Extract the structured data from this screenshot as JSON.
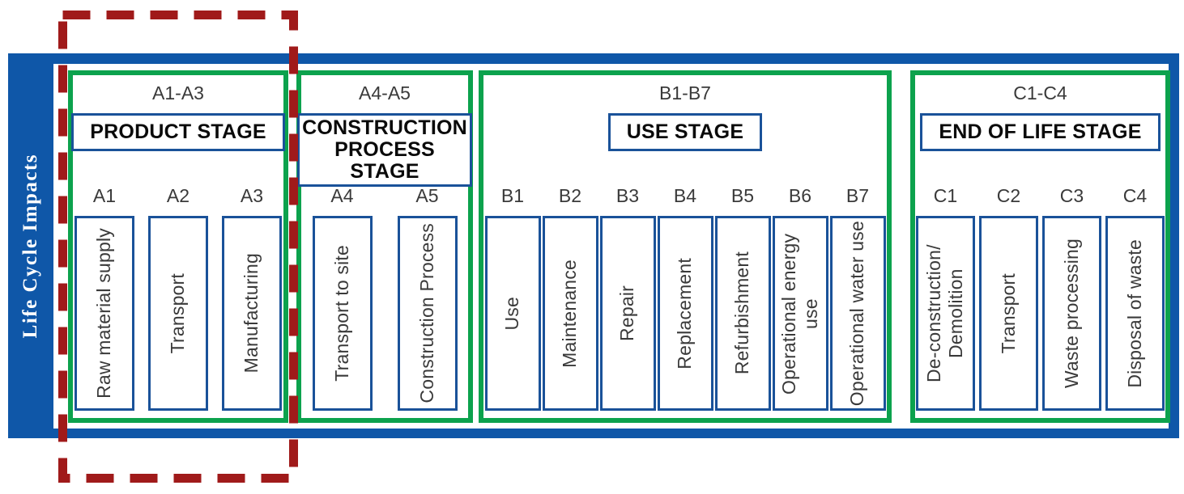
{
  "sidebar": {
    "label": "Life Cycle Impacts"
  },
  "colors": {
    "frame_blue": "#0F57A8",
    "group_green": "#0CA24D",
    "module_border_blue": "#1A5299",
    "highlight_red": "#A01A1A",
    "label_text": "#3A3A3A",
    "stage_text": "#0A0A0A",
    "sidebar_text": "#FFFFFF"
  },
  "highlight": {
    "target_range": "A1-A3",
    "style": "dashed-rectangle"
  },
  "groups": [
    {
      "range": "A1-A3",
      "stage": "PRODUCT STAGE",
      "columns": [
        {
          "code": "A1",
          "label": "Raw material supply"
        },
        {
          "code": "A2",
          "label": "Transport"
        },
        {
          "code": "A3",
          "label": "Manufacturing"
        }
      ]
    },
    {
      "range": "A4-A5",
      "stage": "CONSTRUCTION PROCESS STAGE",
      "columns": [
        {
          "code": "A4",
          "label": "Transport to site"
        },
        {
          "code": "A5",
          "label": "Construction Process"
        }
      ]
    },
    {
      "range": "B1-B7",
      "stage": "USE STAGE",
      "columns": [
        {
          "code": "B1",
          "label": "Use"
        },
        {
          "code": "B2",
          "label": "Maintenance"
        },
        {
          "code": "B3",
          "label": "Repair"
        },
        {
          "code": "B4",
          "label": "Replacement"
        },
        {
          "code": "B5",
          "label": "Refurbishment"
        },
        {
          "code": "B6",
          "label": "Operational energy use"
        },
        {
          "code": "B7",
          "label": "Operational water use"
        }
      ]
    },
    {
      "range": "C1-C4",
      "stage": "END OF LIFE STAGE",
      "columns": [
        {
          "code": "C1",
          "label": "De-construction/ Demolition"
        },
        {
          "code": "C2",
          "label": "Transport"
        },
        {
          "code": "C3",
          "label": "Waste processing"
        },
        {
          "code": "C4",
          "label": "Disposal of waste"
        }
      ]
    }
  ]
}
